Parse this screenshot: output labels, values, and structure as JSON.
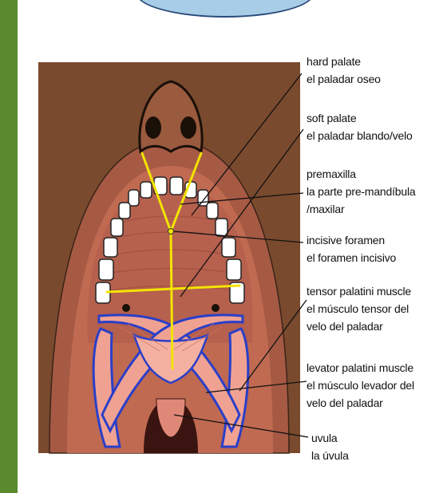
{
  "labels": [
    {
      "id": "hard-palate",
      "en": "hard palate",
      "es": "el paladar oseo",
      "extra": ""
    },
    {
      "id": "soft-palate",
      "en": "soft palate",
      "es": "el paladar blando/velo",
      "extra": ""
    },
    {
      "id": "premaxilla",
      "en": "premaxilla",
      "es": "la parte pre-mandíbula",
      "extra": "/maxilar"
    },
    {
      "id": "incisive-foramen",
      "en": "incisive foramen",
      "es": "el foramen incisivo",
      "extra": ""
    },
    {
      "id": "tensor-palatini",
      "en": "tensor palatini muscle",
      "es": "el músculo tensor del",
      "extra": "velo del paladar"
    },
    {
      "id": "levator-palatini",
      "en": "levator palatini muscle",
      "es": "el músculo levador del",
      "extra": "velo del paladar"
    },
    {
      "id": "uvula",
      "en": "uvula",
      "es": "la úvula",
      "extra": ""
    }
  ],
  "colors": {
    "skin": "#7a4a2e",
    "mouth": "#b56a52",
    "palate": "#c87562",
    "muscle": "#f0a292",
    "muscle_outline": "#2b3fc8",
    "midline": "#f2e400",
    "teeth": "#ffffff"
  }
}
